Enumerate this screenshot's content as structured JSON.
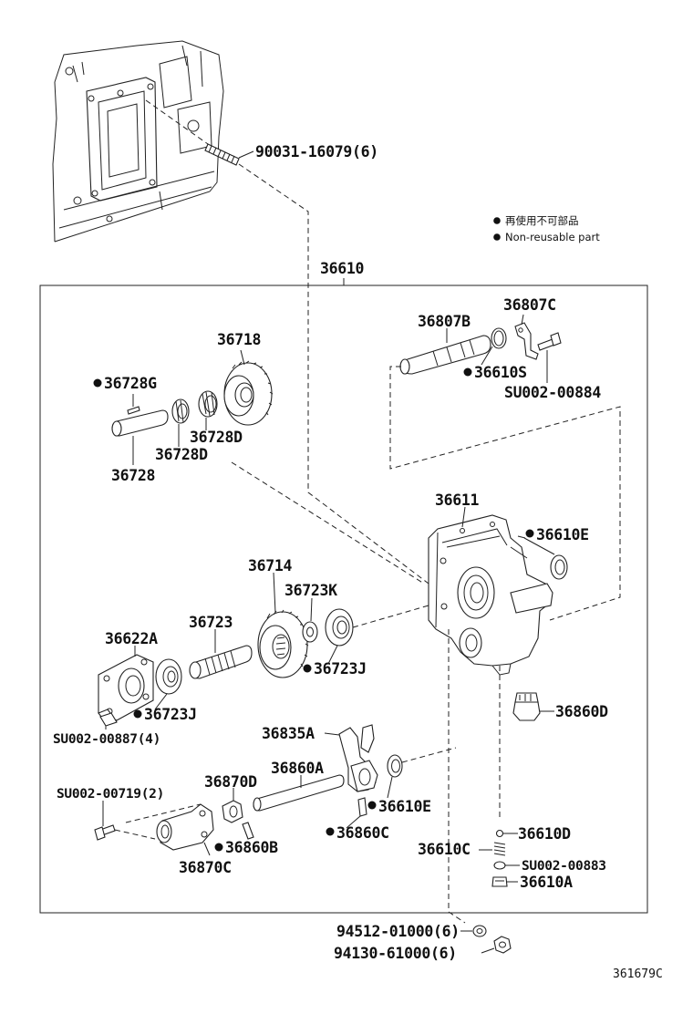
{
  "legend": {
    "ja": "再使用不可部品",
    "en": "Non-reusable part"
  },
  "figure_code": "361679C",
  "labels": {
    "stud": "90031-16079(6)",
    "assembly": "36610",
    "p36807B": "36807B",
    "p36807C": "36807C",
    "p36610S": "36610S",
    "pSU00884": "SU002-00884",
    "p36718": "36718",
    "p36728G": "36728G",
    "p36728D_a": "36728D",
    "p36728D_b": "36728D",
    "p36728": "36728",
    "p36611": "36611",
    "p36610E_a": "36610E",
    "p36714": "36714",
    "p36723K": "36723K",
    "p36723": "36723",
    "p36723J_a": "36723J",
    "p36622A": "36622A",
    "p36723J_b": "36723J",
    "pSU00887": "SU002-00887(4)",
    "p36860D": "36860D",
    "p36835A": "36835A",
    "p36860A": "36860A",
    "p36870D": "36870D",
    "pSU00719": "SU002-00719(2)",
    "p36610E_b": "36610E",
    "p36860C": "36860C",
    "p36860B": "36860B",
    "p36870C": "36870C",
    "p36610D": "36610D",
    "p36610C": "36610C",
    "pSU00883": "SU002-00883",
    "p36610A": "36610A",
    "p94512": "94512-01000(6)",
    "p94130": "94130-61000(6)"
  },
  "non_reusable": [
    "36610S",
    "36728G",
    "36610E",
    "36723J",
    "36860C",
    "36860B"
  ]
}
